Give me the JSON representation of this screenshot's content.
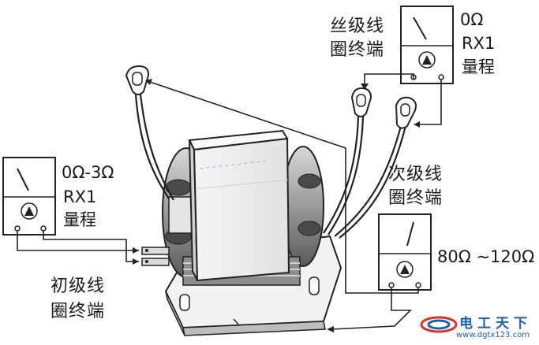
{
  "meters": {
    "primary": {
      "range": "0Ω-3Ω",
      "mode": "RX1",
      "scale": "量程"
    },
    "filament": {
      "range": "0Ω",
      "mode": "RX1",
      "scale": "量程"
    },
    "secondary": {
      "range": "80Ω ~120Ω"
    }
  },
  "labels": {
    "primary": {
      "line1": "初级线",
      "line2": "圈终端"
    },
    "filament": {
      "line1": "丝级线",
      "line2": "圈终端"
    },
    "secondary": {
      "line1": "次级线",
      "line2": "圈终端"
    }
  },
  "watermark": {
    "name": "电工天下",
    "url": "www.dgtx123.com",
    "colors": {
      "primary": "#1f5fa8",
      "accent": "#d9332b"
    }
  }
}
